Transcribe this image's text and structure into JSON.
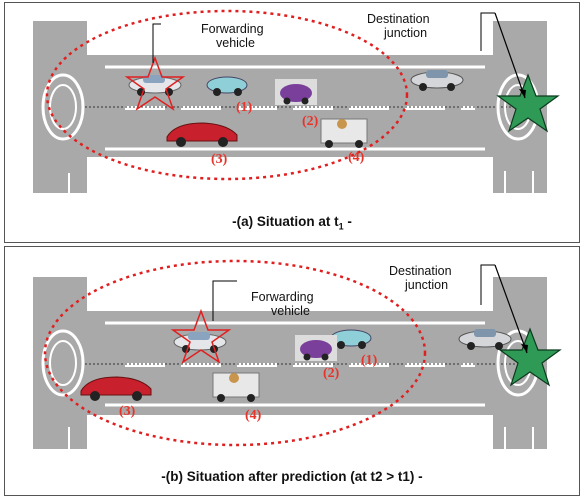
{
  "panels": [
    {
      "caption_prefix": "-(a) Situation at t",
      "caption_sub": "1",
      "caption_suffix": " -",
      "forwarding_label": [
        "Forwarding",
        "vehicle"
      ],
      "destination_label": [
        "Destination",
        "junction"
      ],
      "vehicle_labels": [
        "(1)",
        "(2)",
        "(3)",
        "(4)"
      ]
    },
    {
      "caption": "-(b) Situation after prediction (at t2 > t1) -",
      "forwarding_label": [
        "Forwarding",
        "vehicle"
      ],
      "destination_label": [
        "Destination",
        "junction"
      ],
      "vehicle_labels": [
        "(1)",
        "(2)",
        "(3)",
        "(4)"
      ]
    }
  ],
  "colors": {
    "road": "#a9a9a9",
    "lane_line": "#ffffff",
    "range_ellipse": "#e02020",
    "star_forwarding": "#e02020",
    "star_destination": "#2e9a55",
    "vehicle_label": "#e8332a"
  }
}
